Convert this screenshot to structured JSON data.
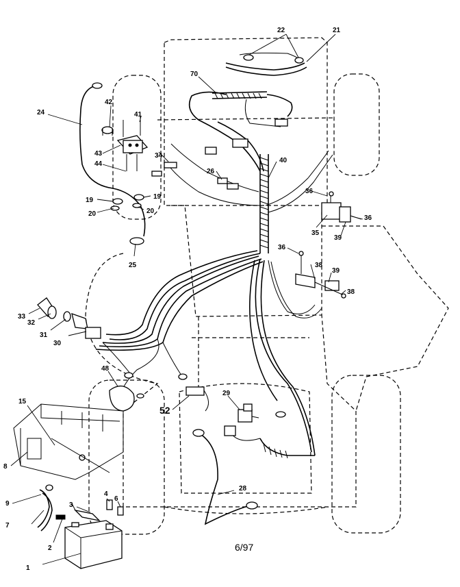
{
  "diagram": {
    "date_code": "6/97",
    "callouts": {
      "c1": "1",
      "c2": "2",
      "c3": "3",
      "c4": "4",
      "c6": "6",
      "c7": "7",
      "c8": "8",
      "c9": "9",
      "c15": "15",
      "c19a": "19",
      "c19b": "19",
      "c20a": "20",
      "c20b": "20",
      "c21": "21",
      "c22": "22",
      "c24": "24",
      "c25": "25",
      "c26": "26",
      "c28": "28",
      "c29": "29",
      "c30": "30",
      "c31": "31",
      "c32": "32",
      "c33": "33",
      "c34": "34",
      "c35": "35",
      "c36a": "36",
      "c36b": "36",
      "c36c": "36",
      "c38a": "38",
      "c38b": "38",
      "c39a": "39",
      "c39b": "39",
      "c40": "40",
      "c41": "41",
      "c42": "42",
      "c43": "43",
      "c44": "44",
      "c48": "48",
      "c52": "52",
      "c70": "70"
    }
  }
}
